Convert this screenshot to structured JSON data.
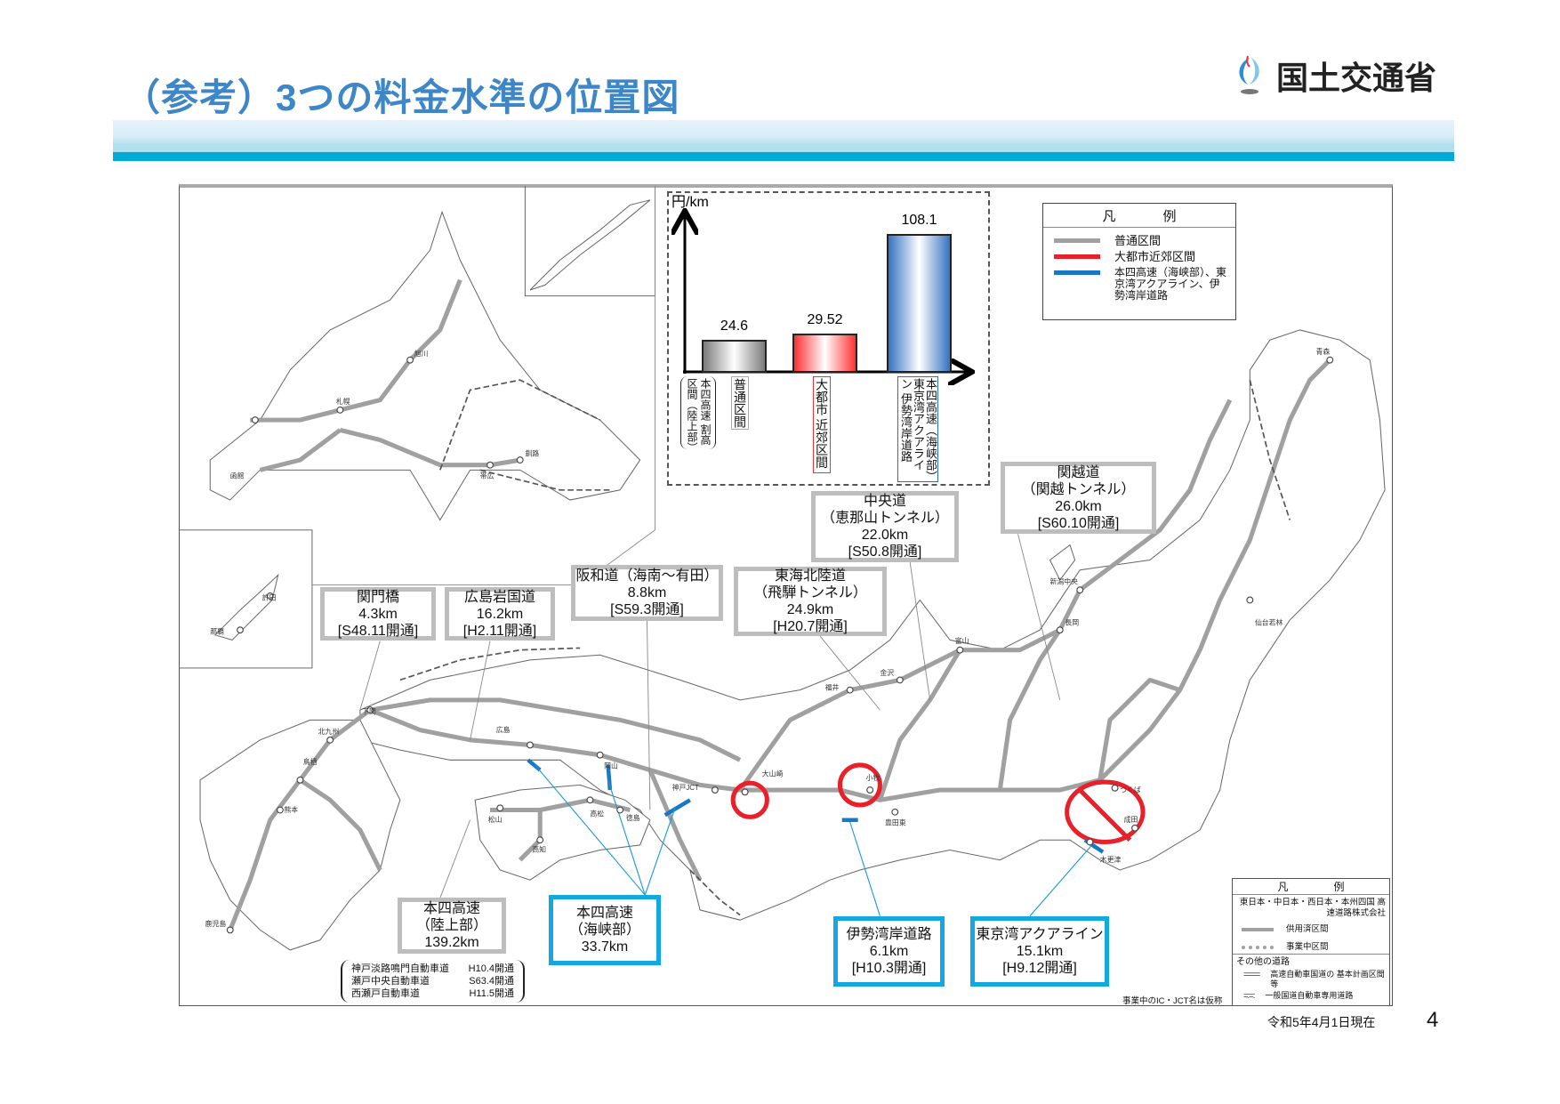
{
  "header": {
    "title": "（参考）3つの料金水準の位置図",
    "logo_text": "国土交通省"
  },
  "chart_data": {
    "type": "bar",
    "ylabel": "円/km",
    "categories": [
      "普通区間",
      "大都市近郊区間",
      "本四高速（海峡部）東京湾アクアライン 伊勢湾岸道路"
    ],
    "category_notes": [
      "本四高速 割高区間（陸上部）"
    ],
    "values": [
      24.6,
      29.52,
      108.1
    ],
    "value_labels": [
      "24.6",
      "29.52",
      "108.1"
    ],
    "colors": [
      "#888888",
      "#ff3b3b",
      "#2f6fc0"
    ],
    "ylim": [
      0,
      115
    ]
  },
  "chart_labels": {
    "cat1": "普通区間",
    "cat1_note": "本四高速 割高区間（陸上部）",
    "cat2": "大都市 近郊区間",
    "cat3": "本四高速（海峡部）東京湾アクアライン 伊勢湾岸道路"
  },
  "legend_main": {
    "title_left": "凡",
    "title_right": "例",
    "items": [
      {
        "label": "普通区間",
        "color": "#a0a0a0"
      },
      {
        "label": "大都市近郊区間",
        "color": "#e8202a"
      },
      {
        "label": "本四高速（海峡部）、東京湾アクアライン、伊勢湾岸道路",
        "color": "#1a78c2"
      }
    ]
  },
  "callouts": {
    "kanmon": {
      "name": "関門橋",
      "length": "4.3km",
      "opened": "[S48.11開通]"
    },
    "hiroshima": {
      "name": "広島岩国道",
      "length": "16.2km",
      "opened": "[H2.11開通]"
    },
    "hanwa": {
      "name": "阪和道（海南～有田）",
      "length": "8.8km",
      "opened": "[S59.3開通]"
    },
    "tokai": {
      "name": "東海北陸道",
      "sub": "（飛騨トンネル）",
      "length": "24.9km",
      "opened": "[H20.7開通]"
    },
    "chuo": {
      "name": "中央道",
      "sub": "（恵那山トンネル）",
      "length": "22.0km",
      "opened": "[S50.8開通]"
    },
    "kanetsu": {
      "name": "関越道",
      "sub": "（関越トンネル）",
      "length": "26.0km",
      "opened": "[S60.10開通]"
    },
    "honshi_land": {
      "name": "本四高速",
      "sub": "（陸上部）",
      "length": "139.2km"
    },
    "honshi_sea": {
      "name": "本四高速",
      "sub": "（海峡部）",
      "length": "33.7km"
    },
    "isewan": {
      "name": "伊勢湾岸道路",
      "length": "6.1km",
      "opened": "[H10.3開通]"
    },
    "aqua": {
      "name": "東京湾アクアライン",
      "length": "15.1km",
      "opened": "[H9.12開通]"
    }
  },
  "honshi_routes": [
    {
      "name": "神戸淡路鳴門自動車道",
      "opened": "H10.4開通"
    },
    {
      "name": "瀬戸中央自動車道",
      "opened": "S63.4開通"
    },
    {
      "name": "西瀬戸自動車道",
      "opened": "H11.5開通"
    }
  ],
  "legend_sub": {
    "title_left": "凡",
    "title_right": "例",
    "company": "東日本・中日本・西日本・本州四国 高速道路株式会社",
    "in_service": "供用済区間",
    "under_construction": "事業中区間",
    "other_roads": "その他の道路",
    "planned": "高速自動車国道の 基本計画区間等",
    "national": "一般国道自動車専用道路"
  },
  "map": {
    "labels": [
      "札幌",
      "旭川",
      "帯広",
      "釧路",
      "函館",
      "青森",
      "仙台若林",
      "新潟中央",
      "長岡",
      "富山",
      "金沢",
      "福井",
      "小牧",
      "豊田東",
      "大山崎",
      "神戸JCT",
      "岡山",
      "広島",
      "下関",
      "北九州",
      "鳥栖",
      "熊本",
      "鹿児島",
      "高松",
      "松山",
      "高知",
      "徳島",
      "つくば",
      "成田",
      "木更津",
      "那覇",
      "許田"
    ]
  },
  "footer": {
    "note": "事業中のIC・JCT名は仮称",
    "date": "令和5年4月1日現在",
    "page": "4"
  }
}
